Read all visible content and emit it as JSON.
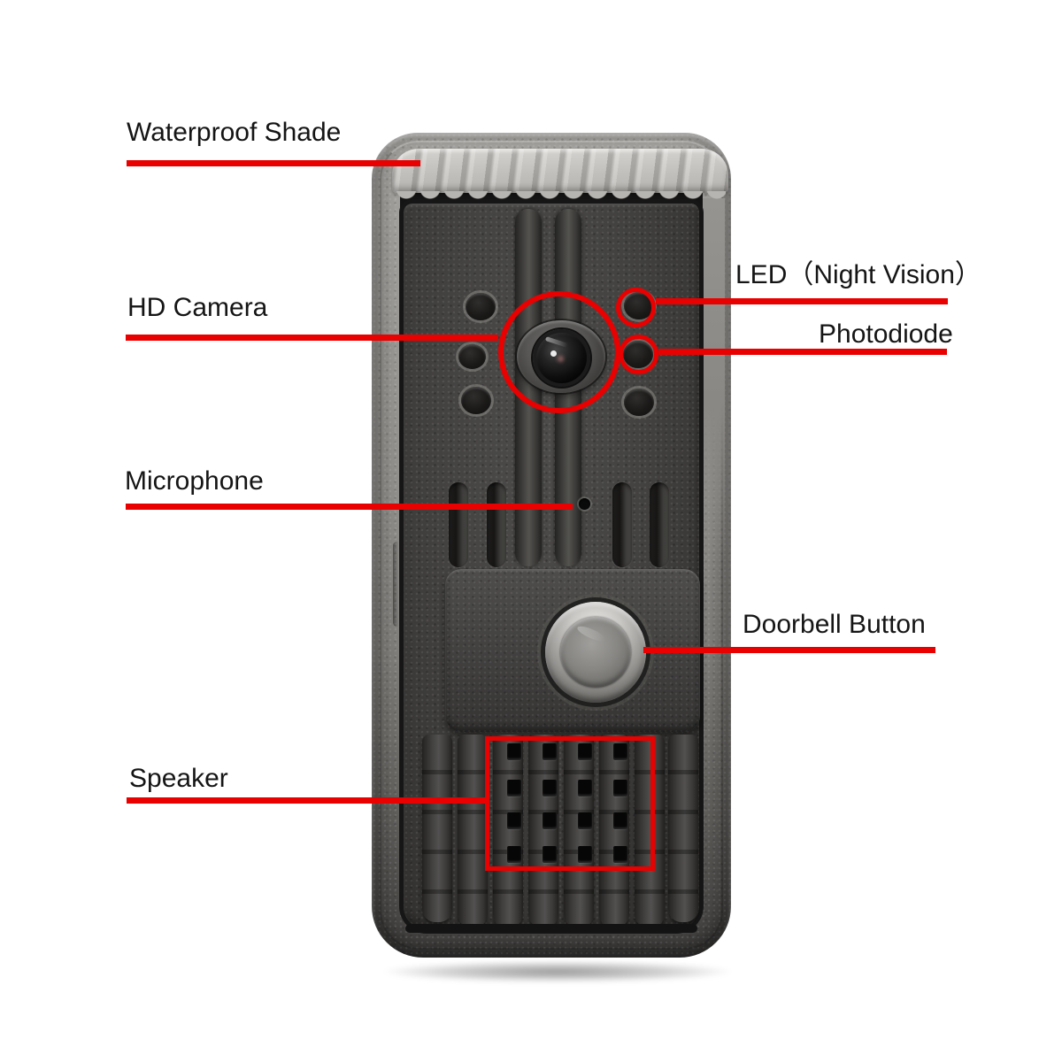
{
  "page": {
    "background": "#ffffff",
    "kind": "annotated product diagram",
    "subject": "video doorbell outdoor unit"
  },
  "colors": {
    "annotation": "#e90000",
    "label_text": "#151515"
  },
  "labels": {
    "waterproof_shade": "Waterproof Shade",
    "hd_camera": "HD Camera",
    "microphone": "Microphone",
    "speaker": "Speaker",
    "led_night_vision": "LED（Night Vision）",
    "photodiode": "Photodiode",
    "doorbell_button": "Doorbell Button"
  }
}
